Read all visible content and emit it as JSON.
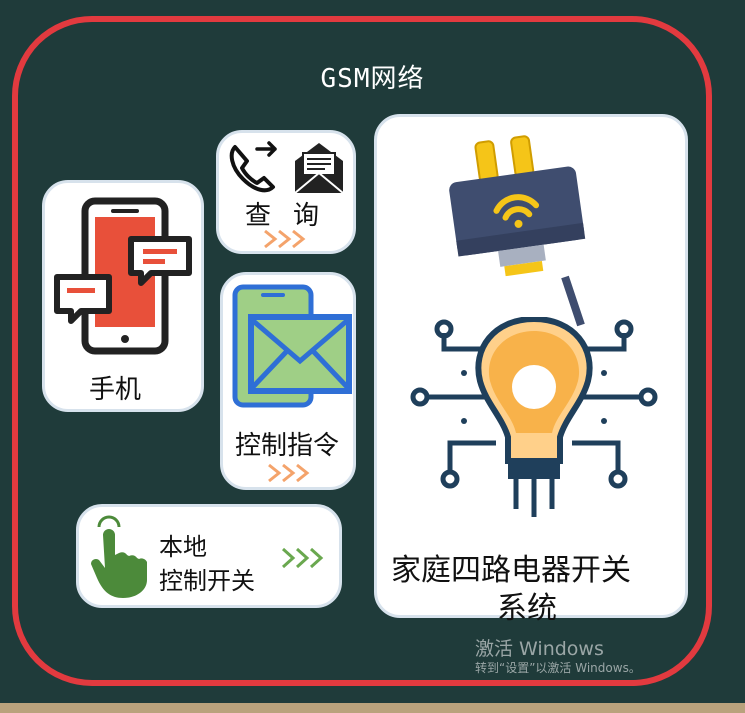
{
  "network_label": "GSM网络",
  "phone_card": {
    "label": "手机",
    "icon": "smartphone-chat-icon"
  },
  "query_card": {
    "label_1": "查",
    "label_2": "询",
    "icons": [
      "phone-call-icon",
      "mail-inbox-icon"
    ]
  },
  "command_card": {
    "label": "控制指令",
    "icon": "sms-envelope-icon"
  },
  "local_card": {
    "line_1": "本地",
    "line_2": "控制开关",
    "icon": "touch-hand-icon"
  },
  "device_card": {
    "line_1": "家庭四路电器开关",
    "line_2": "系统",
    "icons": [
      "wifi-plug-icon",
      "smart-bulb-circuit-icon"
    ]
  },
  "watermark": {
    "line_1": "激活 Windows",
    "line_2": "转到“设置”以激活 Windows。"
  },
  "colors": {
    "background": "#1f3b3a",
    "frame": "#e23a3f",
    "chevron_orange": "#f4a36b",
    "chevron_green": "#6aa84f"
  }
}
